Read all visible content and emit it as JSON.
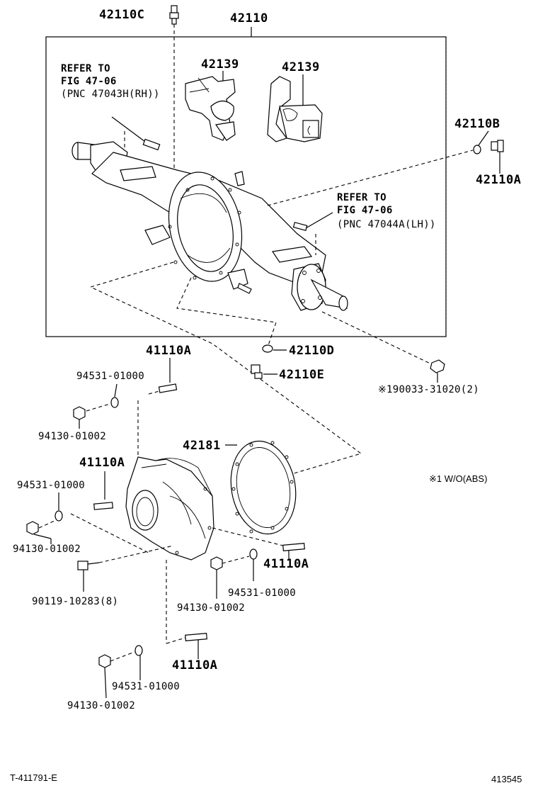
{
  "labels": {
    "p42110C": "42110C",
    "p42110": "42110",
    "refer1_line1": "REFER TO",
    "refer1_line2": "FIG 47-06",
    "refer1_line3": "(PNC 47043H(RH))",
    "p42139_left": "42139",
    "p42139_right": "42139",
    "p42110B": "42110B",
    "p42110A_top": "42110A",
    "refer2_line1": "REFER TO",
    "refer2_line2": "FIG 47-06",
    "refer2_line3": "(PNC 47044A(LH))",
    "p41110A_top": "41110A",
    "p42110D": "42110D",
    "p42110E": "42110E",
    "p94531_a": "94531-01000",
    "p190033": "※190033-31020(2)",
    "p94130_a": "94130-01002",
    "p42181": "42181",
    "p41110A_b": "41110A",
    "p94531_b": "94531-01000",
    "abs_note": "※1 W/O(ABS)",
    "p94130_b": "94130-01002",
    "p41110A_c": "41110A",
    "p90119": "90119-10283(8)",
    "p94531_c": "94531-01000",
    "p94130_c": "94130-01002",
    "p41110A_d": "41110A",
    "p94531_d": "94531-01000",
    "p94130_d": "94130-01002",
    "footer_left": "T-411791-E",
    "footer_right": "413545"
  },
  "colors": {
    "line": "#000000",
    "background": "#ffffff"
  }
}
